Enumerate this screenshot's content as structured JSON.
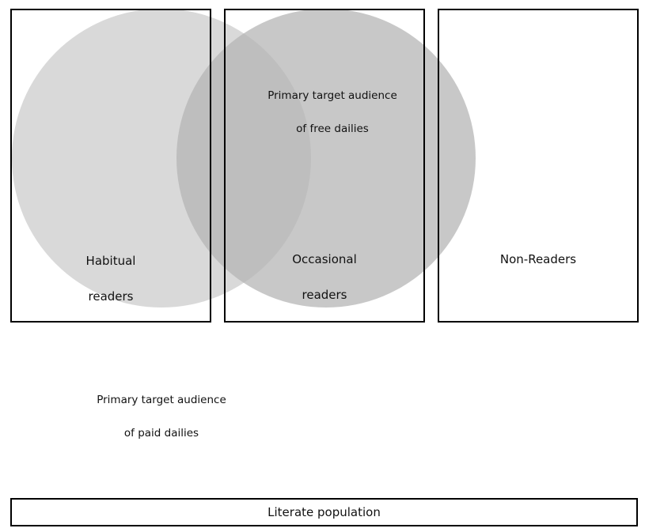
{
  "diagram": {
    "type": "venn-with-segments",
    "colors": {
      "habitual_circle": "#d9d9d9",
      "occasional_circle": "#c6c6c6",
      "overlap": "#bdbdbd",
      "box_stroke": "#000000",
      "background": "#ffffff"
    },
    "segments": [
      {
        "id": "habitual",
        "label_line1": "Habitual",
        "label_line2": "readers"
      },
      {
        "id": "occasional",
        "label_line1": "Occasional",
        "label_line2": "readers"
      },
      {
        "id": "non-readers",
        "label_line1": "Non-Readers"
      }
    ],
    "circles": [
      {
        "id": "paid-dailies",
        "label_line1": "Primary target audience",
        "label_line2": "of paid dailies"
      },
      {
        "id": "free-dailies",
        "label_line1": "Primary target audience",
        "label_line2": "of free dailies"
      }
    ],
    "base": {
      "label": "Literate population"
    }
  }
}
